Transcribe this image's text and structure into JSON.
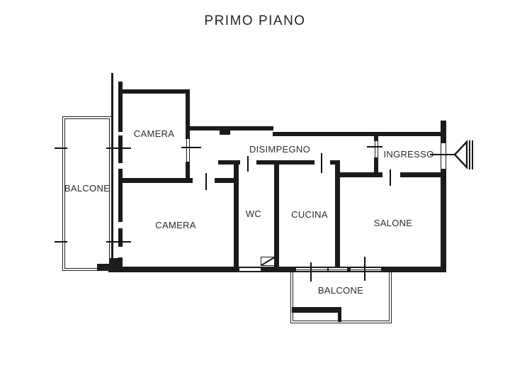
{
  "title": "PRIMO PIANO",
  "rooms": {
    "camera_top": "CAMERA",
    "camera_main": "CAMERA",
    "balcone_left": "BALCONE",
    "balcone_bottom": "BALCONE",
    "disimpegno": "DISIMPEGNO",
    "ingresso": "INGRESSO",
    "wc": "WC",
    "cucina": "CUCINA",
    "salone": "SALONE"
  },
  "symbols": {
    "entrance_door": "entrance-door-swing"
  },
  "colors": {
    "line": "#1b1b1b",
    "background": "#ffffff"
  }
}
